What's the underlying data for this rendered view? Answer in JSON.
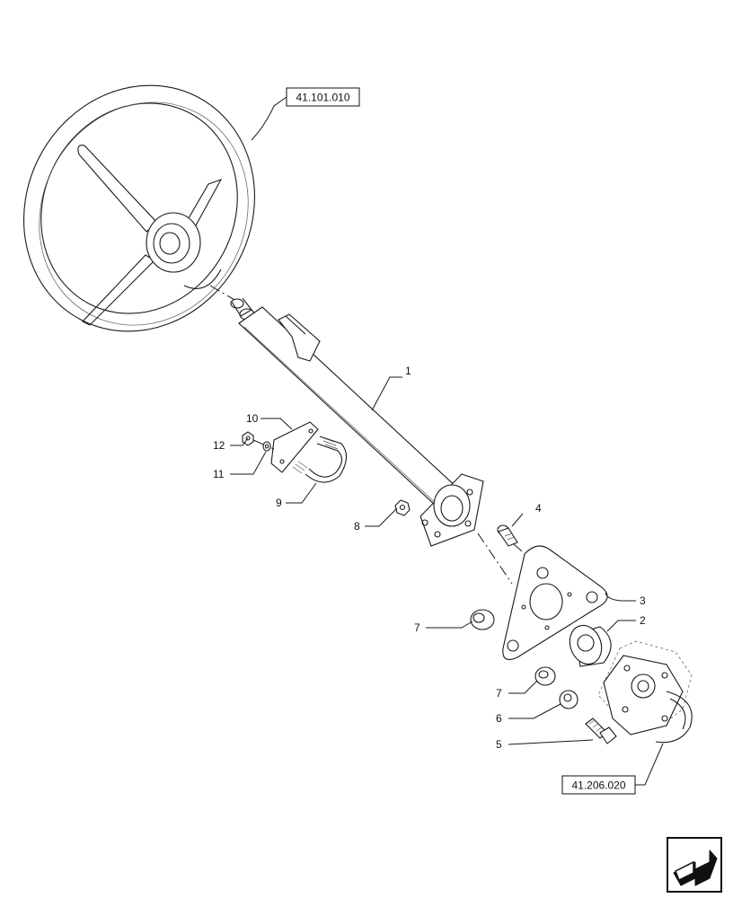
{
  "references": [
    {
      "id": "ref-41-101-010",
      "text": "41.101.010"
    },
    {
      "id": "ref-41-206-020",
      "text": "41.206.020"
    }
  ],
  "callouts": {
    "c1": "1",
    "c2": "2",
    "c3": "3",
    "c4": "4",
    "c5": "5",
    "c6": "6",
    "c7a": "7",
    "c7b": "7",
    "c8": "8",
    "c9": "9",
    "c10": "10",
    "c11": "11",
    "c12": "12"
  },
  "icons": {
    "navigation": "next-page-arrow-icon"
  }
}
